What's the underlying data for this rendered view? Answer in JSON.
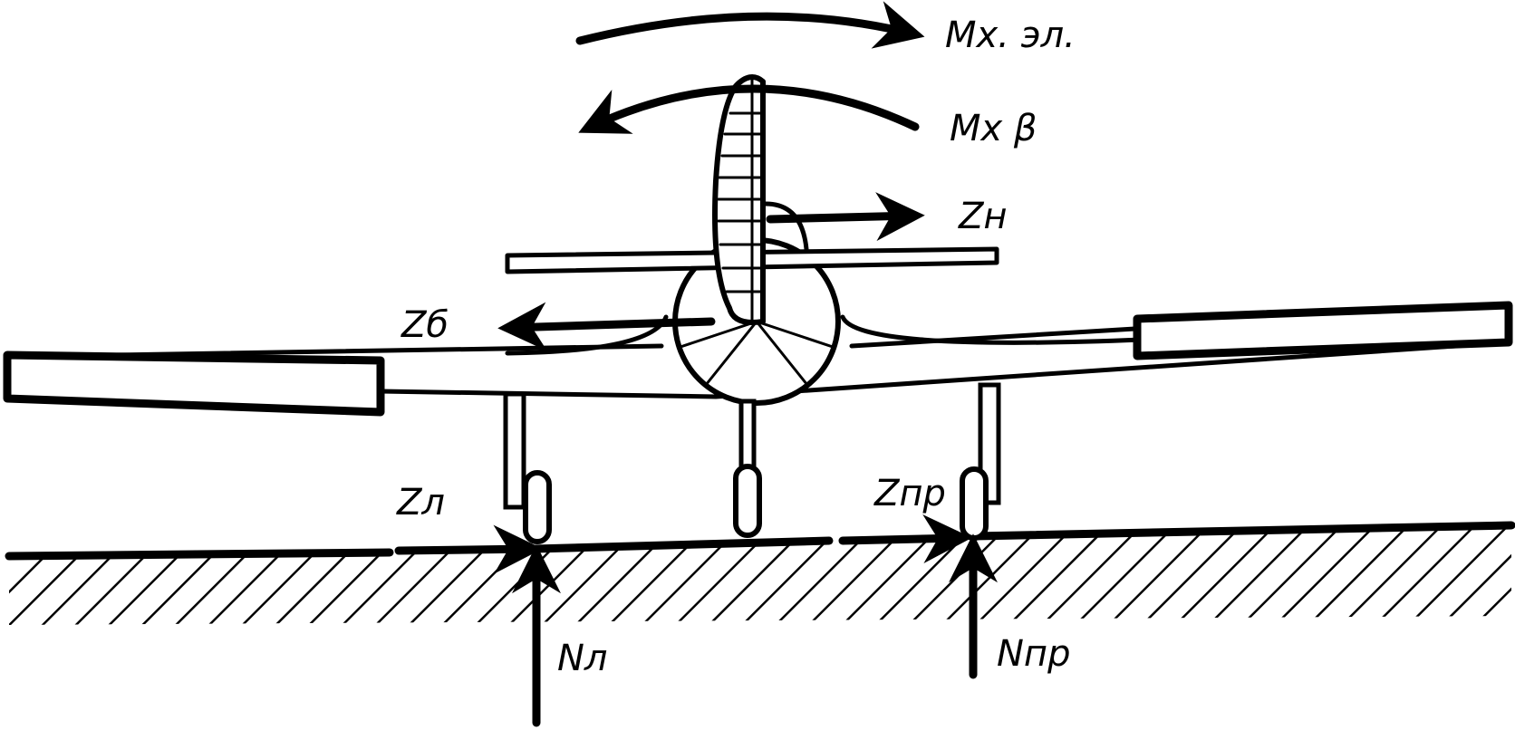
{
  "labels": {
    "mx_el": "Mx. эл.",
    "mx_beta": "Mx β",
    "z_n": "Zн",
    "z_b": "Zб",
    "z_l": "Zл",
    "z_pr": "Zпр",
    "n_l": "Nл",
    "n_pr": "Nпр"
  },
  "colors": {
    "ink": "#000000",
    "paper": "#ffffff"
  }
}
